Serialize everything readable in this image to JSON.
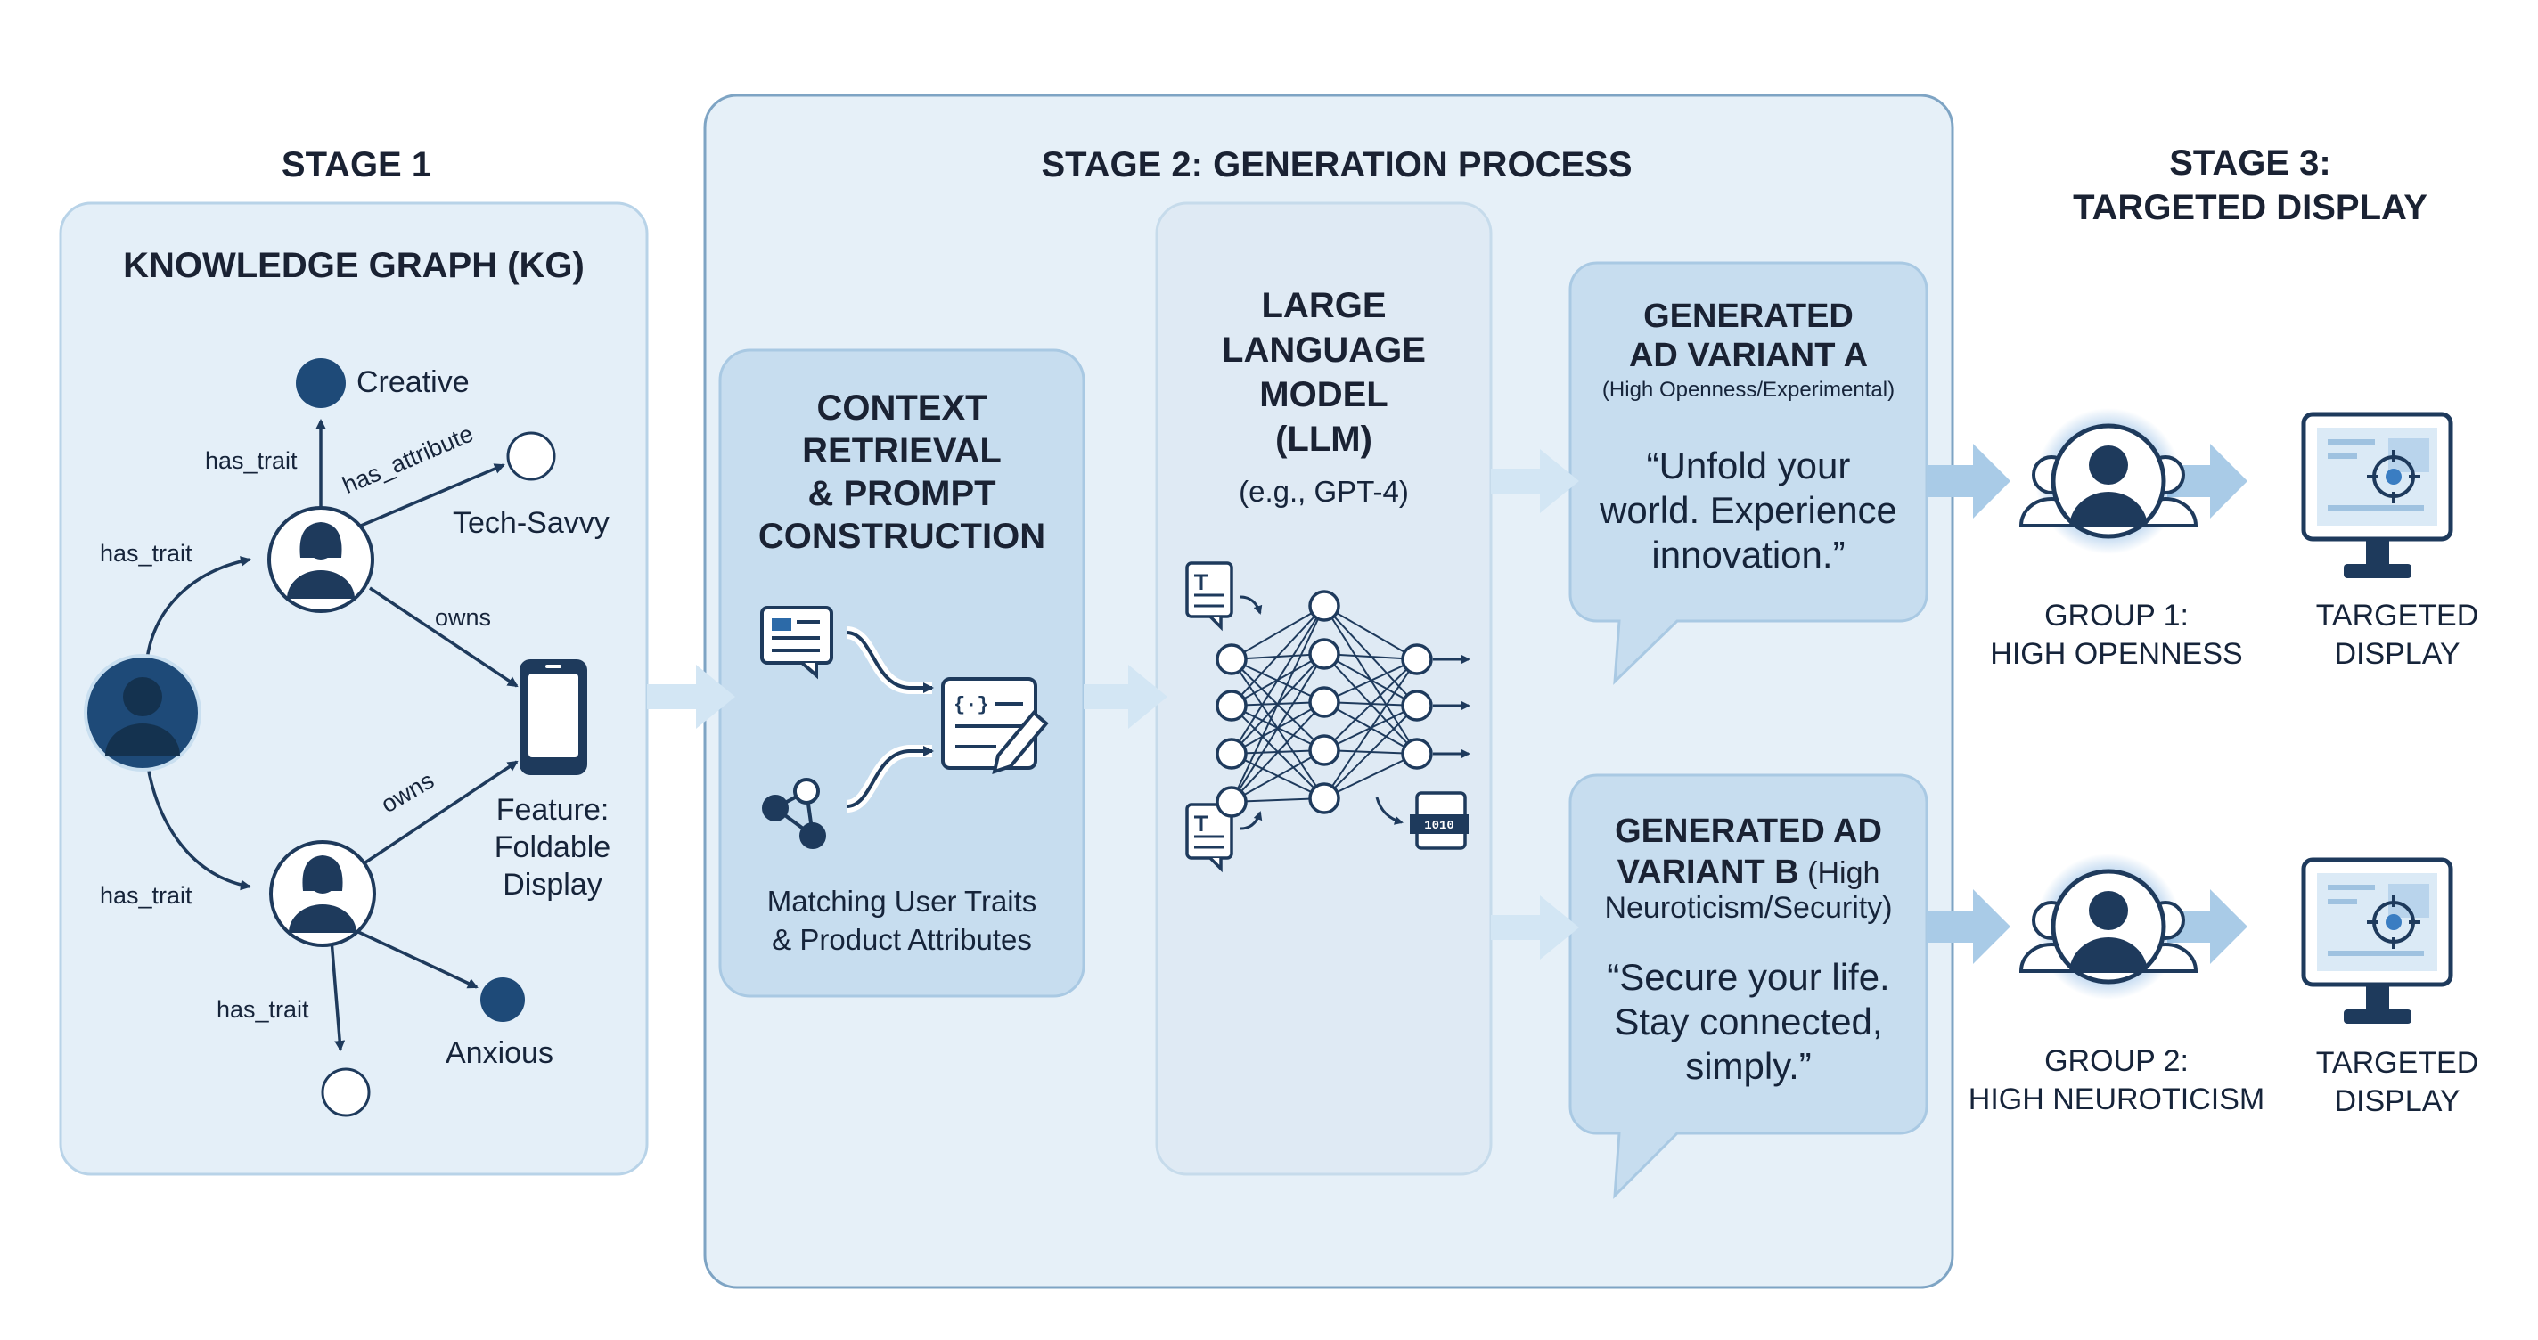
{
  "stage1": {
    "title": "STAGE 1",
    "panel_title": "KNOWLEDGE GRAPH (KG)",
    "nodes": {
      "creative": "Creative",
      "tech_savvy": "Tech-Savvy",
      "feature": [
        "Feature:",
        "Foldable",
        "Display"
      ],
      "anxious": "Anxious"
    },
    "edges": {
      "has_trait_a": "has_trait",
      "has_trait_b": "has_trait",
      "has_trait_c": "has_trait",
      "has_trait_d": "has_trait",
      "has_attribute": "has_attribute",
      "owns_a": "owns",
      "owns_b": "owns"
    }
  },
  "stage2": {
    "title": "STAGE 2: GENERATION PROCESS",
    "context": {
      "title": [
        "CONTEXT",
        "RETRIEVAL",
        "& PROMPT",
        "CONSTRUCTION"
      ],
      "caption": [
        "Matching User Traits",
        "& Product Attributes"
      ]
    },
    "llm": {
      "title": [
        "LARGE",
        "LANGUAGE",
        "MODEL",
        "(LLM)"
      ],
      "example": "(e.g., GPT-4)"
    },
    "variant_a": {
      "title": [
        "GENERATED",
        "AD VARIANT A"
      ],
      "subtitle": "(High Openness/Experimental)",
      "quote": [
        "“Unfold your",
        "world. Experience",
        "innovation.”"
      ]
    },
    "variant_b": {
      "title_line1": "GENERATED AD",
      "title_line2_bold": "VARIANT B",
      "title_line2_rest": " (High",
      "subtitle": "Neuroticism/Security)",
      "quote": [
        "“Secure your life.",
        "Stay connected,",
        "simply.”"
      ]
    }
  },
  "stage3": {
    "title": [
      "STAGE 3:",
      "TARGETED DISPLAY"
    ],
    "group1": [
      "GROUP 1:",
      "HIGH OPENNESS"
    ],
    "group2": [
      "GROUP 2:",
      "HIGH NEUROTICISM"
    ],
    "display1": [
      "TARGETED",
      "DISPLAY"
    ],
    "display2": [
      "TARGETED",
      "DISPLAY"
    ]
  },
  "colors": {
    "panel_fill": "#e4eff8",
    "panel_border": "#b8d3e8",
    "box_fill": "#c9dff0",
    "arrow_fill": "#d3e6f4",
    "node_dark": "#1e4a78",
    "icon_dark": "#1e3a5c",
    "glow": "#4a8fd4"
  }
}
